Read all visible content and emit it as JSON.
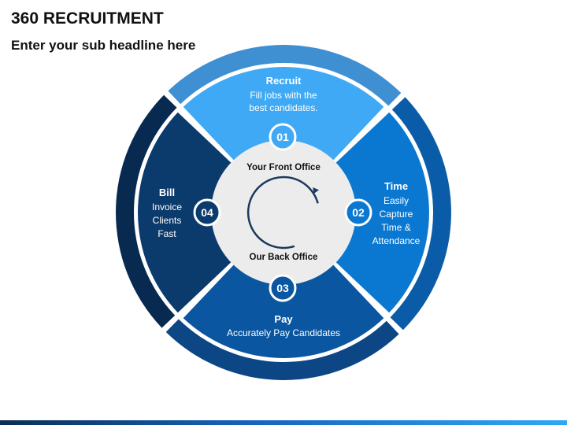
{
  "title": "360 RECRUITMENT",
  "subtitle": "Enter your sub headline here",
  "center": {
    "top_label": "Your Front Office",
    "bottom_label": "Our Back Office"
  },
  "segments": [
    {
      "number": "01",
      "heading": "Recruit",
      "lines": [
        "Fill jobs with the",
        "best candidates."
      ],
      "color": "#3fa9f5",
      "ring_color": "#3f8fd3"
    },
    {
      "number": "02",
      "heading": "Time",
      "lines": [
        "Easily",
        "Capture",
        "Time &",
        "Attendance"
      ],
      "color": "#0a78d1",
      "ring_color": "#0b5ca8"
    },
    {
      "number": "03",
      "heading": "Pay",
      "lines": [
        "Accurately Pay Candidates"
      ],
      "color": "#0b56a0",
      "ring_color": "#0c4684"
    },
    {
      "number": "04",
      "heading": "Bill",
      "lines": [
        "Invoice",
        "Clients",
        "Fast"
      ],
      "color": "#0b3a6c",
      "ring_color": "#082a50"
    }
  ],
  "colors": {
    "center_fill": "#ececec",
    "badge_stroke": "#ffffff",
    "arrow": "#1b3a5c"
  }
}
